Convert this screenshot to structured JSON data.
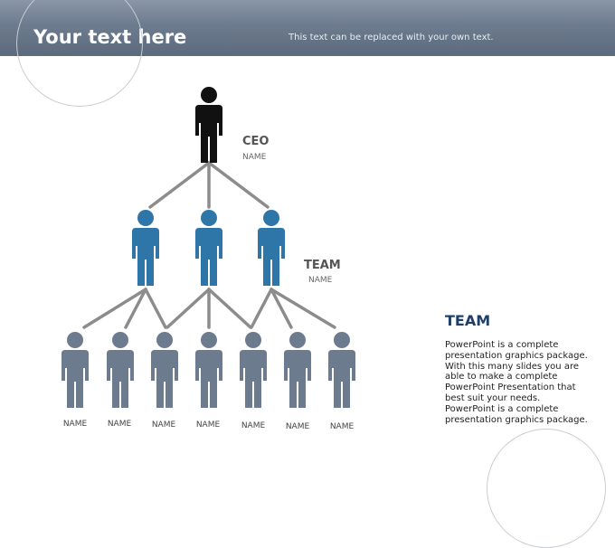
{
  "header": {
    "title": "Your text here",
    "subtitle": "This text can be replaced with your own text."
  },
  "colors": {
    "header": "#6d7b8e",
    "ceo": "#111111",
    "team": "#2e76a8",
    "member": "#6d7b8e",
    "connector": "#8c8c8c",
    "side_title": "#1f3f6b"
  },
  "ceo": {
    "role": "CEO",
    "name": "NAME"
  },
  "team": {
    "role": "TEAM",
    "name": "NAME"
  },
  "members": [
    "NAME",
    "NAME",
    "NAME",
    "NAME",
    "NAME",
    "NAME",
    "NAME"
  ],
  "side": {
    "title": "TEAM",
    "text": "PowerPoint is a complete presentation graphics package. With this many slides you are able to make a complete PowerPoint Presentation that best suit your needs. PowerPoint is a complete presentation graphics package."
  }
}
